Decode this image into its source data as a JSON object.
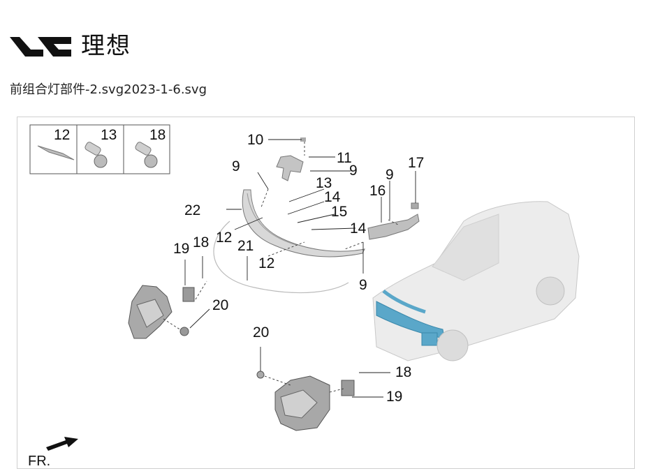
{
  "header": {
    "brand_name": "理想",
    "file_title": "前组合灯部件-2.svg2023-1-6.svg"
  },
  "legend_box": {
    "items": [
      "12",
      "13",
      "18"
    ]
  },
  "callouts": {
    "c10": "10",
    "c11": "11",
    "c9_top_right": "9",
    "c9_left": "9",
    "c13": "13",
    "c14_upper": "14",
    "c15": "15",
    "c14_lower": "14",
    "c22": "22",
    "c12_left": "12",
    "c21": "21",
    "c12_bottom": "12",
    "c19_left": "19",
    "c18_left": "18",
    "c20_left": "20",
    "c9_bracket": "9",
    "c17": "17",
    "c16": "16",
    "c9_lower": "9",
    "c20_bottom": "20",
    "c18_bottom": "18",
    "c19_bottom": "19"
  },
  "direction_label": "FR.",
  "colors": {
    "highlight": "#5aa7c9",
    "part_gray": "#8c8c8c"
  }
}
